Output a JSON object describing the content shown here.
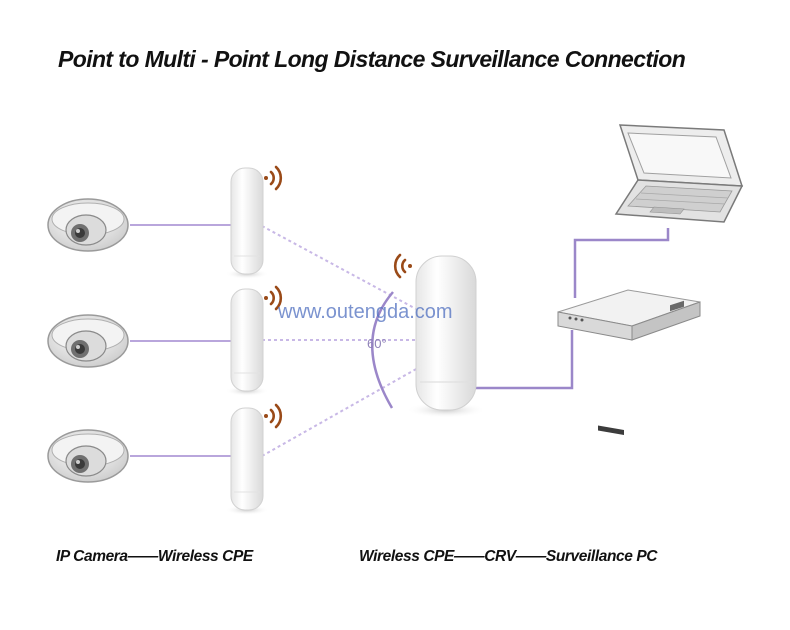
{
  "title": "Point to Multi - Point Long Distance Surveillance Connection",
  "watermark": "www.outengda.com",
  "angle_label": "60°",
  "captions": {
    "left": "IP Camera——Wireless CPE",
    "right": "Wireless CPE——CRV——Surveillance PC"
  },
  "colors": {
    "link_line": "#b9a6dc",
    "signal_waves": "#9a4a18",
    "device_body": "#fdfdfd",
    "arc": "#9b87c9"
  },
  "icons": {
    "camera": "dome-camera-icon",
    "cpe": "wireless-cpe-icon",
    "signal": "wifi-signal-icon",
    "nvr": "nvr-recorder-icon",
    "laptop": "laptop-icon"
  }
}
